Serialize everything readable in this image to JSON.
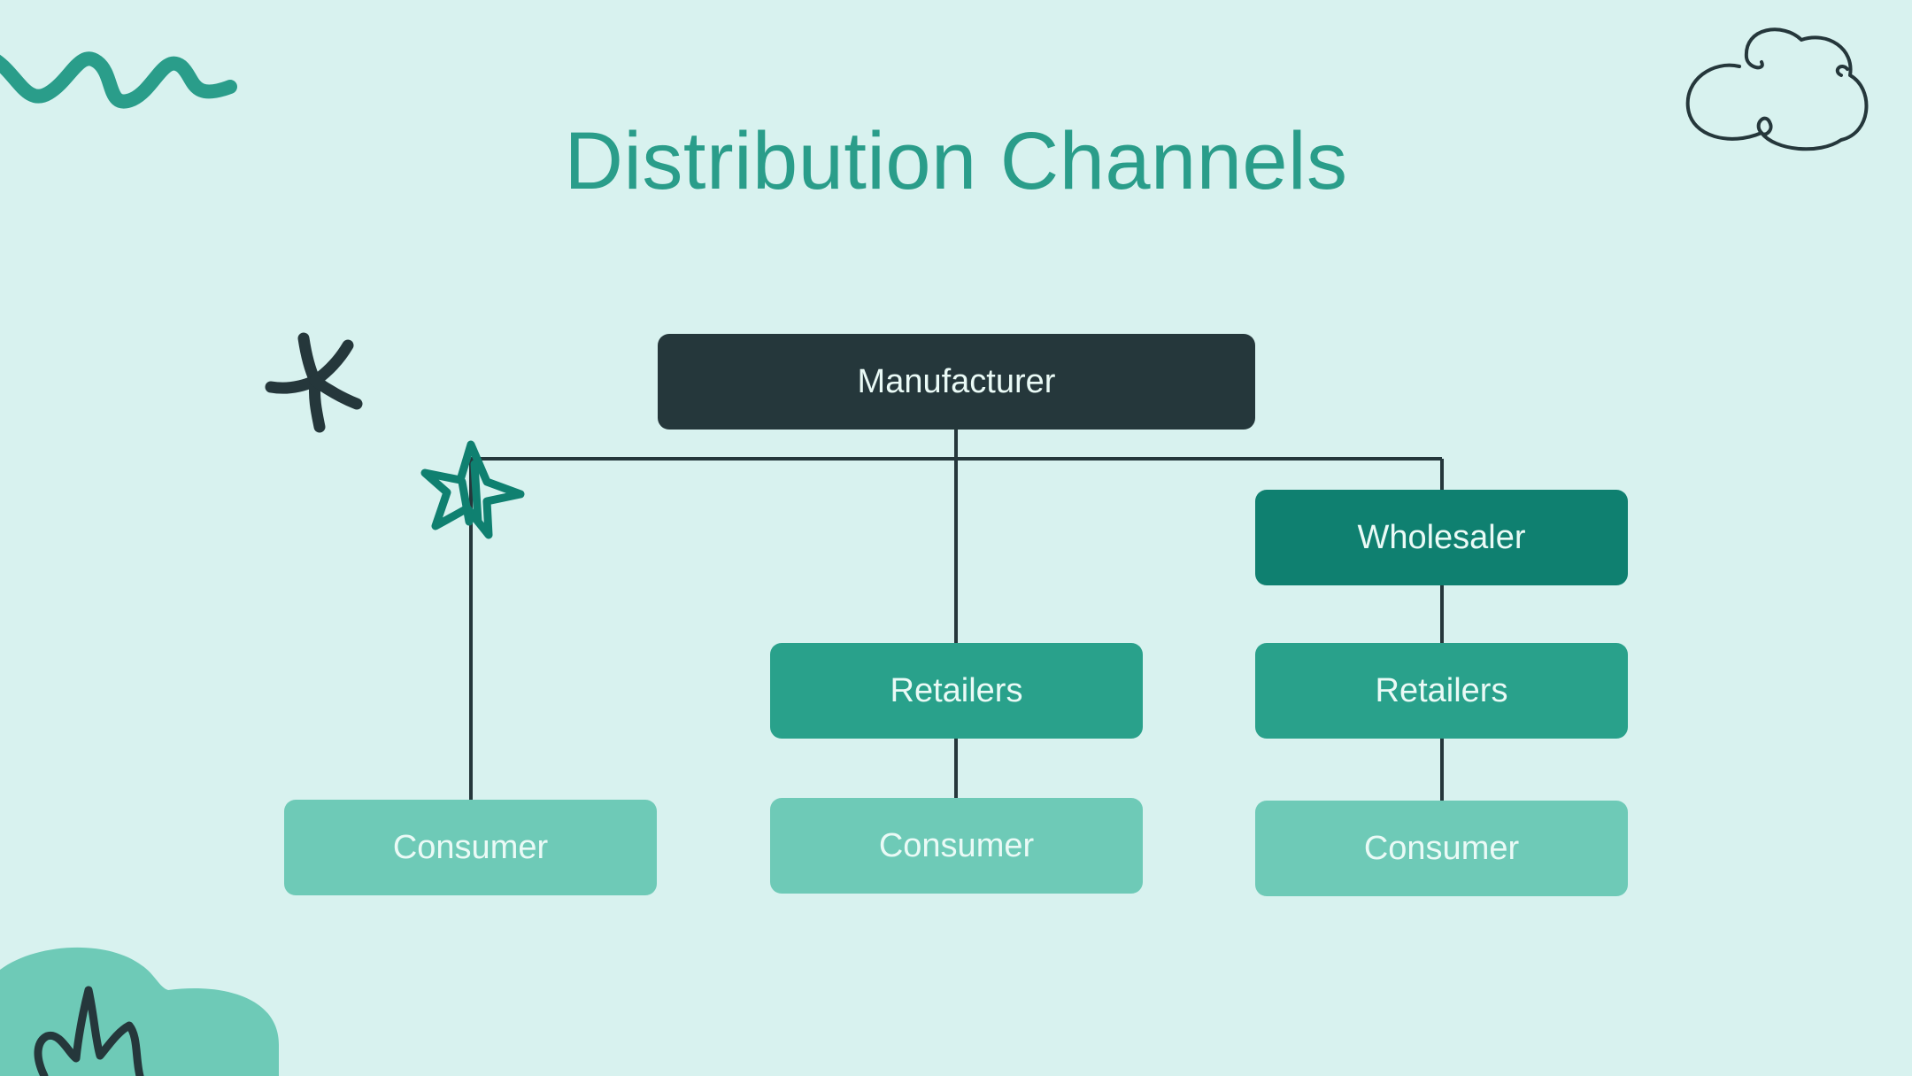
{
  "slide": {
    "title": "Distribution Channels"
  },
  "diagram": {
    "manufacturer": "Manufacturer",
    "wholesaler": "Wholesaler",
    "retailers_center": "Retailers",
    "retailers_right": "Retailers",
    "consumer_left": "Consumer",
    "consumer_center": "Consumer",
    "consumer_right": "Consumer"
  },
  "colors": {
    "background": "#d8f2ef",
    "title": "#2a9d8a",
    "dark_node": "#25373b",
    "wholesaler_node": "#0f8070",
    "retailer_node": "#29a18b",
    "consumer_node": "#6ecab7",
    "connector": "#25373b"
  },
  "decorations": [
    "wave-doodle",
    "cloud-doodle",
    "asterisk-doodle",
    "star-doodle",
    "bush-doodle",
    "plant-doodle"
  ]
}
